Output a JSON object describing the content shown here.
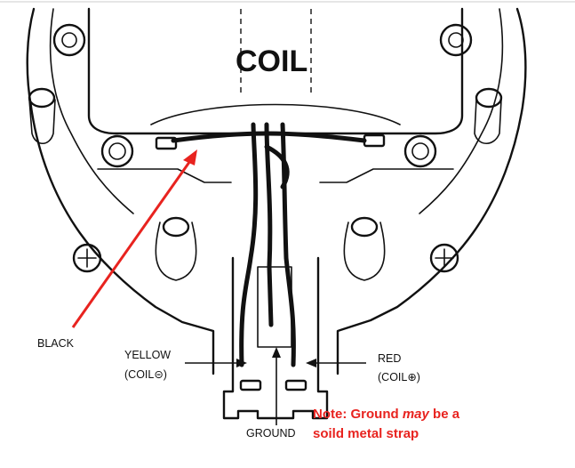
{
  "diagram": {
    "title": "COIL",
    "labels": {
      "black": "BLACK",
      "yellow": "YELLOW",
      "yellow_sub": "(COIL⊝)",
      "red": "RED",
      "red_sub": "(COIL⊕)",
      "ground": "GROUND"
    },
    "note": {
      "prefix": "Note: Ground ",
      "emphasis": "may",
      "suffix": " be a",
      "line2": "soild metal strap",
      "color": "#e8231f"
    },
    "arrow_color": "#e8231f"
  }
}
